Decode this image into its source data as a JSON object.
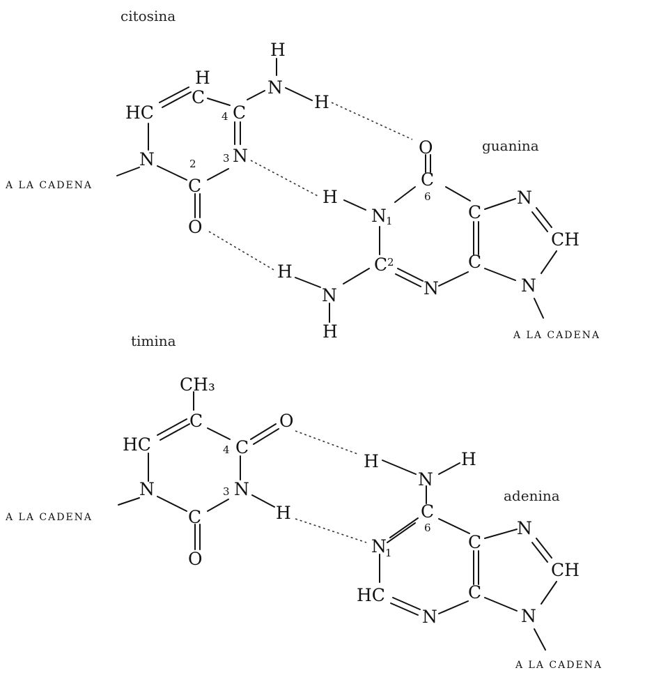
{
  "labels": {
    "cytosine": "citosina",
    "guanine": "guanina",
    "thymine": "timina",
    "adenine": "adenina",
    "chain": "A LA CADENA"
  },
  "atoms": {
    "H": "H",
    "N": "N",
    "C": "C",
    "O": "O",
    "HC": "HC",
    "CH": "CH",
    "CH3": "CH₃"
  },
  "ring_numbers": {
    "one": "1",
    "two": "2",
    "three": "3",
    "four": "4",
    "six": "6"
  }
}
